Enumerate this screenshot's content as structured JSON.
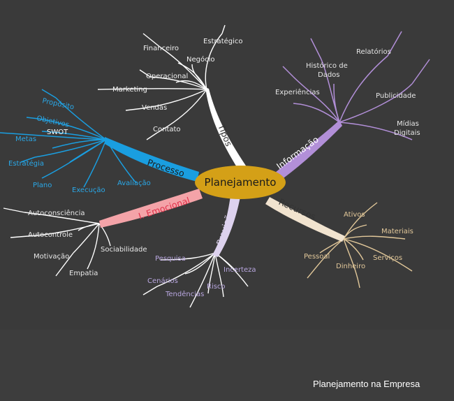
{
  "colors": {
    "background": "#3a3a3a",
    "center_fill": "#d4a017",
    "tipos": "#ffffff",
    "informacao": "#b28fd8",
    "recursos": "#f1e3cf",
    "previsoes": "#ddd2ee",
    "emocional": "#f4a3a8",
    "processo": "#1a9ee0",
    "tipos_text": "#f0f0f0",
    "informacao_text": "#e0e0e0",
    "recursos_text": "#e2c89a",
    "previsoes_text": "#b9a7e0",
    "emocional_text": "#e8e8e8",
    "processo_text": "#2aa8e8"
  },
  "center": {
    "label": "Planejamento"
  },
  "branches": {
    "tipos": {
      "label": "Tipos",
      "items": [
        "Estratégico",
        "Financeiro",
        "Negócio",
        "Operacional",
        "Marketing",
        "Vendas",
        "Contato"
      ]
    },
    "informacao": {
      "label": "Informação",
      "items": [
        "Relatórios",
        "Histórico de",
        "Dados",
        "Experiências",
        "Publicidade",
        "Mídias",
        "Digitais"
      ]
    },
    "recursos": {
      "label": "Recursos",
      "items": [
        "Ativos",
        "Materiais",
        "Serviços",
        "Dinheiro",
        "Pessoal"
      ]
    },
    "previsoes": {
      "label": "Previsões",
      "items": [
        "Pesquisa",
        "Incerteza",
        "Cenários",
        "Risco",
        "Tendências"
      ]
    },
    "emocional": {
      "label": "I. Emocional",
      "items": [
        "Autoconsciência",
        "Autocontrole",
        "Sociabilidade",
        "Motivação",
        "Empatia"
      ]
    },
    "processo": {
      "label": "Processo",
      "items": [
        "Propósito",
        "Objetivos",
        "SWOT",
        "Metas",
        "Estratégia",
        "Plano",
        "Execução",
        "Avaliação"
      ]
    }
  },
  "footer": {
    "caption": "Planejamento na Empresa"
  }
}
